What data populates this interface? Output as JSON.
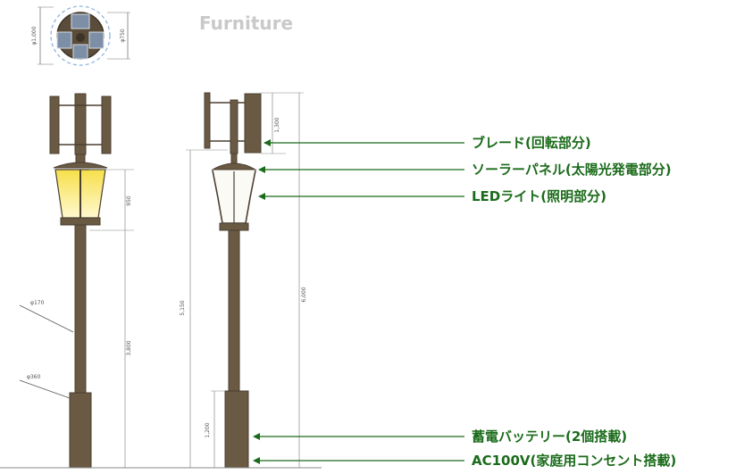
{
  "heading": "Furniture",
  "top_view": {
    "dim_outer": "φ1,000",
    "dim_inner": "φ750"
  },
  "front_view": {
    "dim_lamp": "950",
    "dim_pole": "3,800",
    "dia_upper": "φ170",
    "dia_lower": "φ360"
  },
  "side_view": {
    "dim_blade": "1,300",
    "dim_total_left": "5,150",
    "dim_total_right": "6,000",
    "dim_base": "1,200"
  },
  "callouts": [
    {
      "label": "ブレード(回転部分)"
    },
    {
      "label": "ソーラーパネル(太陽光発電部分)"
    },
    {
      "label": "LEDライト(照明部分)"
    },
    {
      "label": "蓄電バッテリー(2個搭載)"
    },
    {
      "label": "AC100V(家庭用コンセント搭載)"
    }
  ],
  "colors": {
    "pole": "#6a5a44",
    "pole_dark": "#4b3f30",
    "callout": "#1b6b1b",
    "lamp_glow": "#f2d21a",
    "dim_line": "#888888"
  }
}
